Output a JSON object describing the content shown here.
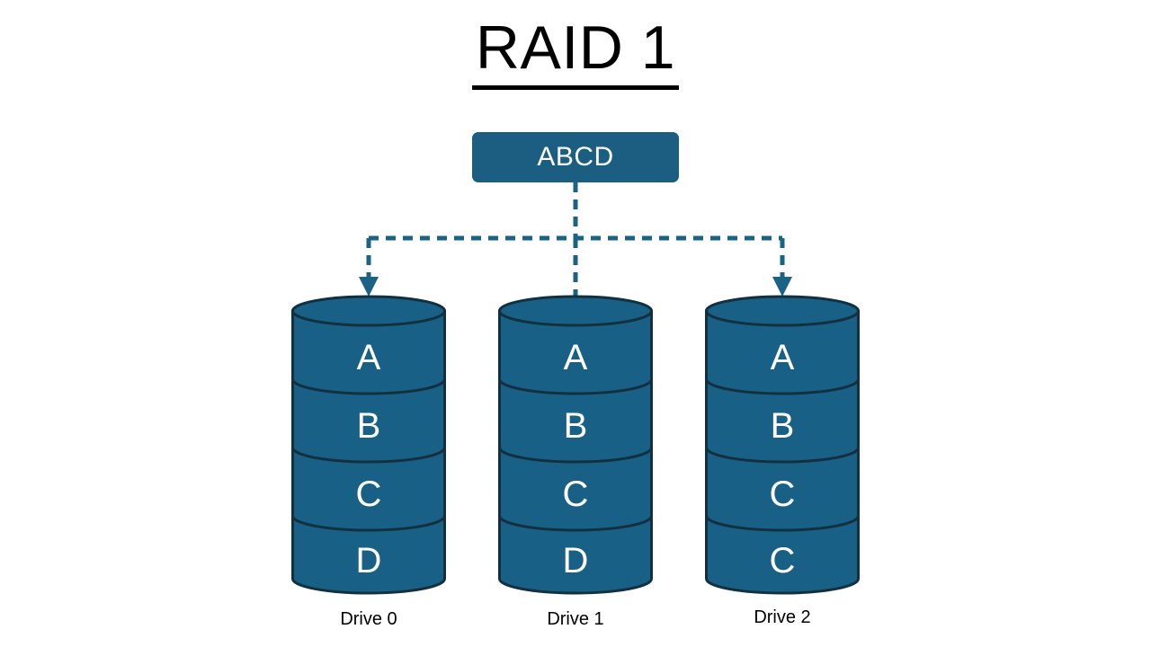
{
  "diagram": {
    "title": "RAID 1",
    "source": {
      "label": "ABCD",
      "name": "incoming-data-block"
    },
    "colors": {
      "block_fill": "#1b5e82",
      "cylinder_fill": "#186086",
      "cylinder_stroke": "#13303f",
      "connector": "#1b6287",
      "text_on_fill": "#ffffff",
      "title": "#000000",
      "background": "#ffffff"
    },
    "connectors": {
      "type": "dashed-arrows",
      "count": 3,
      "style": "dashed",
      "arrowhead": "solid-triangle"
    },
    "drives": [
      {
        "caption": "Drive 0",
        "segments": [
          "A",
          "B",
          "C",
          "D"
        ]
      },
      {
        "caption": "Drive 1",
        "segments": [
          "A",
          "B",
          "C",
          "D"
        ]
      },
      {
        "caption": "Drive 2",
        "segments": [
          "A",
          "B",
          "C",
          "C"
        ]
      }
    ]
  }
}
